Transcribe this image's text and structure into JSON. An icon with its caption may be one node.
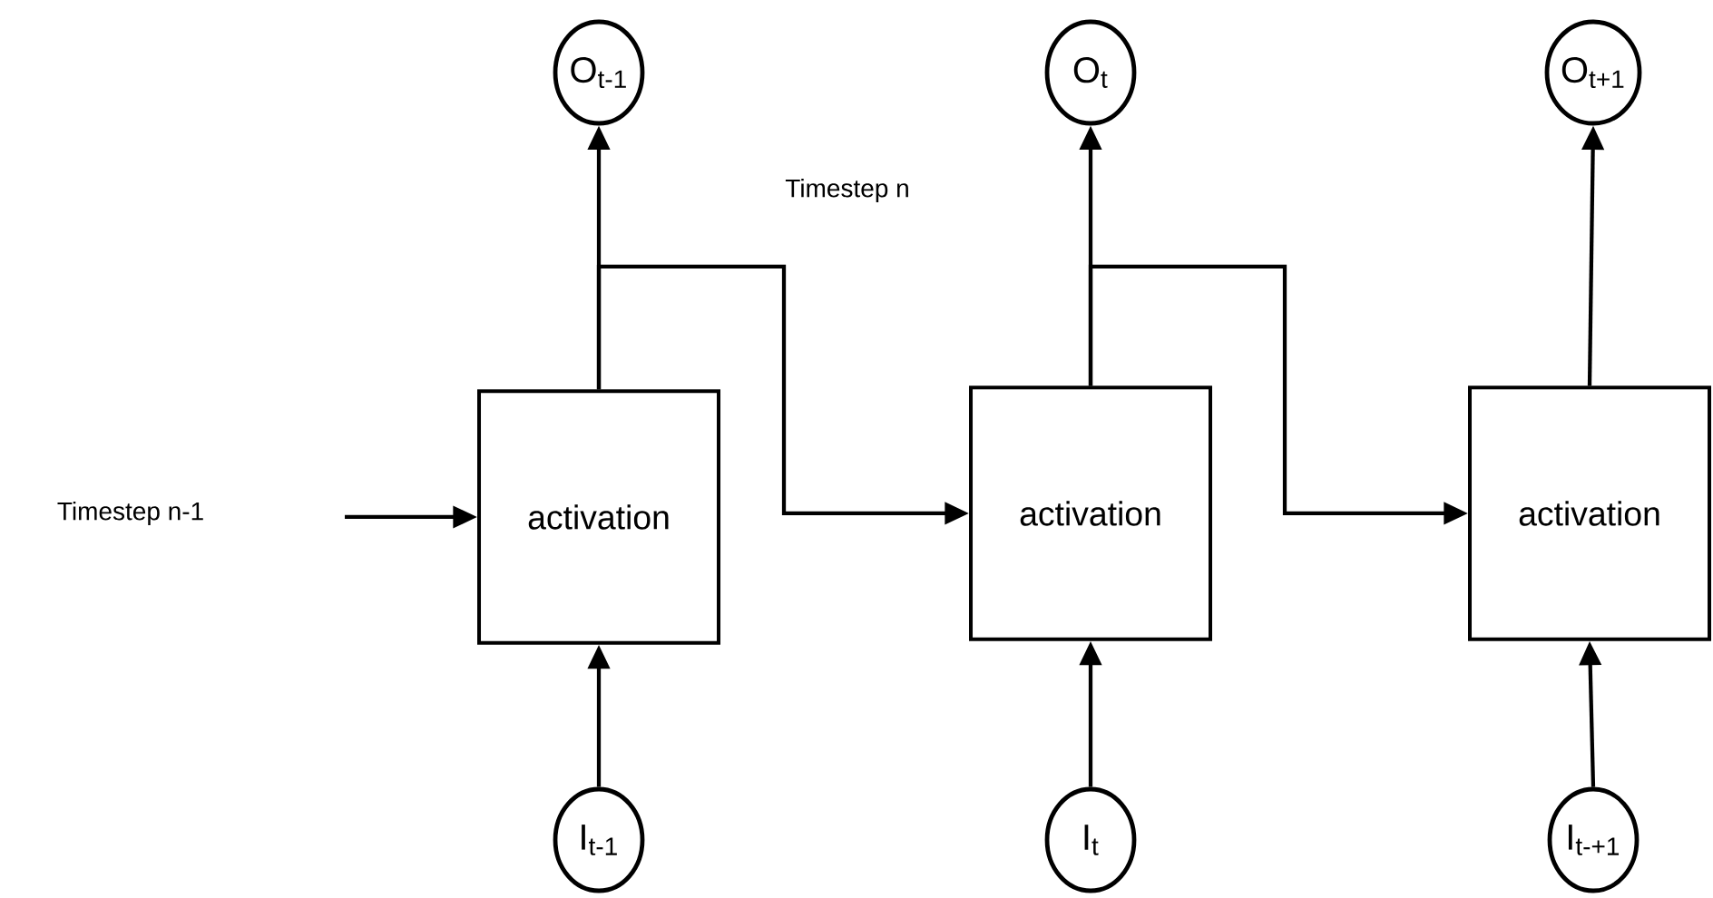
{
  "diagram": {
    "nodes": [
      {
        "text": [
          "O$_{t-1}$"
        ]
      },
      {
        "text": [
          "O$_{t}$"
        ]
      },
      {
        "text": [
          "O$_{t+1}$"
        ]
      },
      {
        "text": [
          "activation"
        ]
      },
      {
        "text": [
          "activation"
        ]
      },
      {
        "text": [
          "activation"
        ]
      },
      {
        "text": [
          "I$_{t-1}$"
        ]
      },
      {
        "text": [
          "I$_{t}$"
        ]
      },
      {
        "text": [
          "I$_{t-+1}$"
        ]
      }
    ],
    "edges": [
      {
        "from": 6,
        "to": 3,
        "arrow": "to"
      },
      {
        "from": 7,
        "to": 4,
        "arrow": "to"
      },
      {
        "from": 8,
        "to": 5,
        "arrow": "to"
      },
      {
        "from": 3,
        "to": 0,
        "arrow": "to"
      },
      {
        "from": 4,
        "to": 1,
        "arrow": "to"
      },
      {
        "from": 5,
        "to": 2,
        "arrow": "to"
      },
      {
        "from": 3,
        "to": 4,
        "arrow": "to"
      },
      {
        "from": 4,
        "to": 5,
        "arrow": "to"
      },
      {
        "from": null,
        "to": 3,
        "arrow": "to"
      }
    ],
    "labels": [
      "Timestep n",
      "Timestep n-1"
    ]
  }
}
